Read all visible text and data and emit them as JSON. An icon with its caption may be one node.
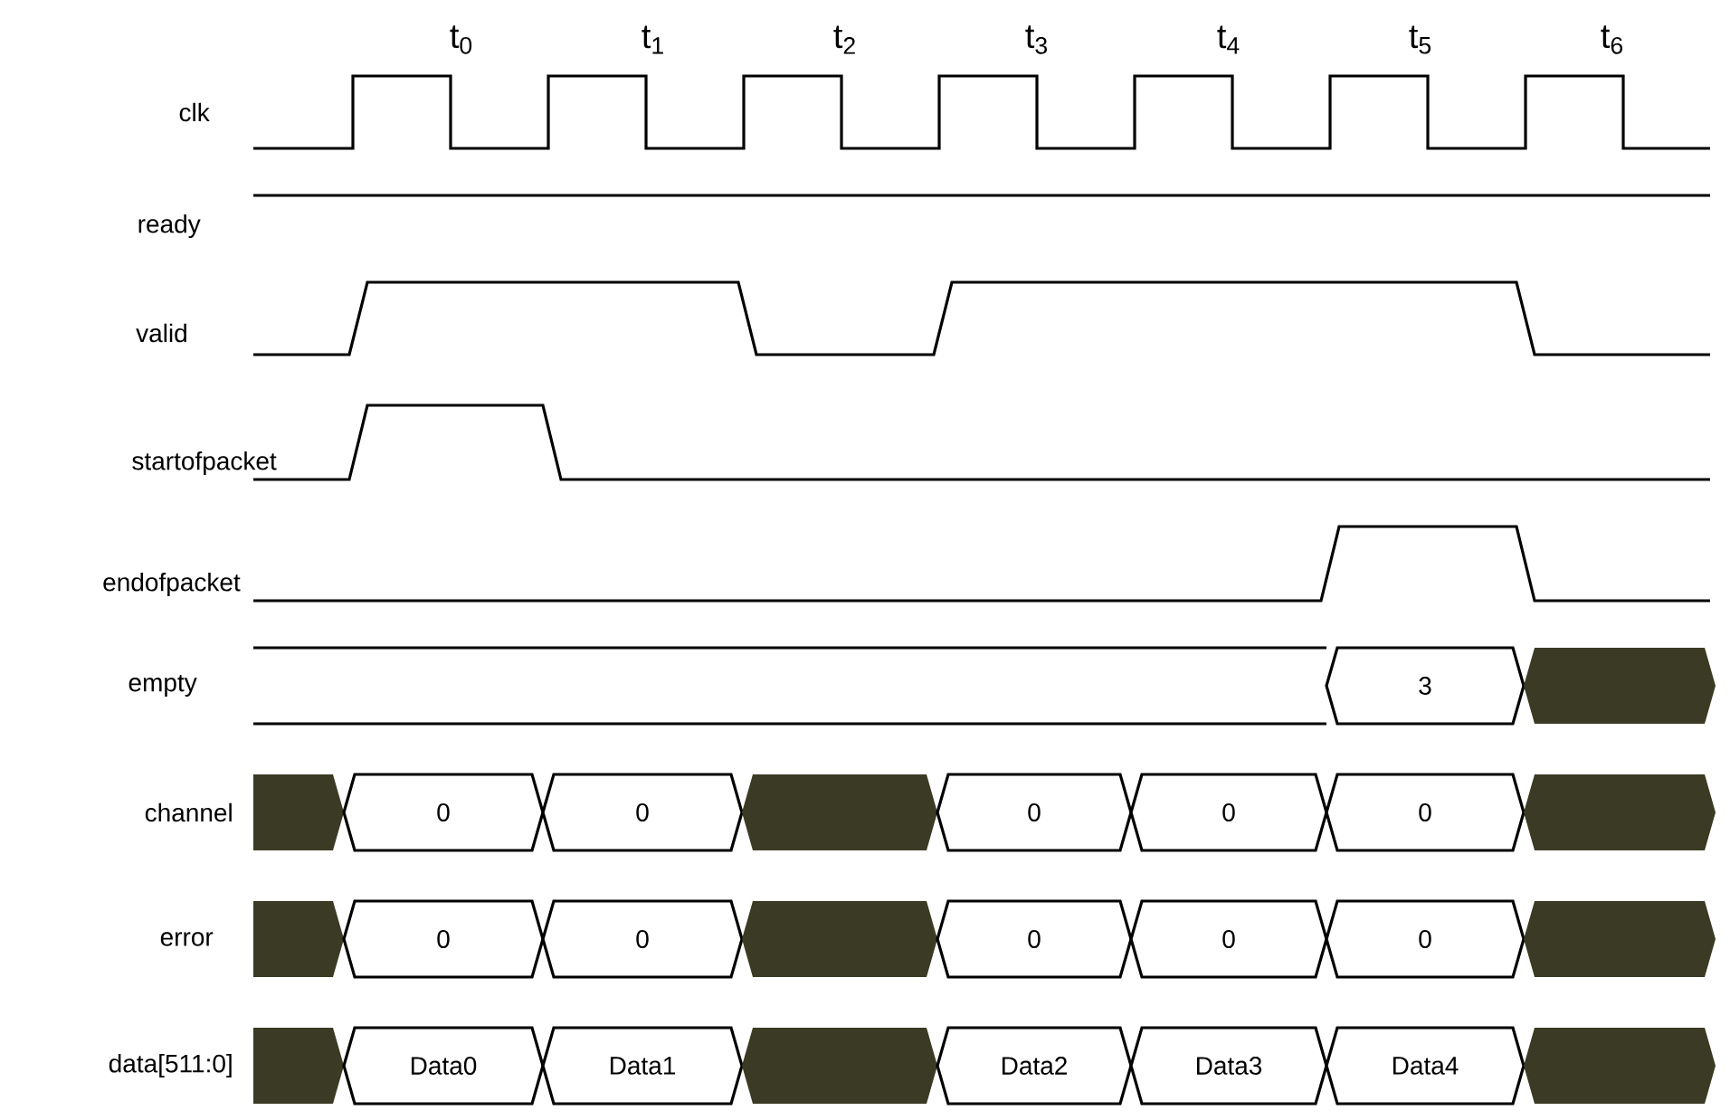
{
  "diagram": {
    "nodes": [
      {
        "text": [
          "3"
        ]
      },
      {
        "text": [],
        "shape": "hexagon"
      },
      {
        "text": [],
        "shape": "pentagon"
      },
      {
        "text": [
          "0"
        ]
      },
      {
        "text": [
          "0"
        ]
      },
      {
        "text": [],
        "shape": "hexagon"
      },
      {
        "text": [
          "0"
        ]
      },
      {
        "text": [
          "0"
        ]
      },
      {
        "text": [
          "0"
        ]
      },
      {
        "text": [],
        "shape": "hexagon"
      },
      {
        "text": [],
        "shape": "pentagon"
      },
      {
        "text": [
          "0"
        ]
      },
      {
        "text": [
          "0"
        ]
      },
      {
        "text": [],
        "shape": "hexagon"
      },
      {
        "text": [
          "0"
        ]
      },
      {
        "text": [
          "0"
        ]
      },
      {
        "text": [
          "0"
        ]
      },
      {
        "text": [],
        "shape": "hexagon"
      },
      {
        "text": [],
        "shape": "pentagon"
      },
      {
        "text": [
          "Data0"
        ]
      },
      {
        "text": [
          "Data1"
        ]
      },
      {
        "text": [],
        "shape": "hexagon"
      },
      {
        "text": [
          "Data2"
        ]
      },
      {
        "text": [
          "Data3"
        ]
      },
      {
        "text": [
          "Data4"
        ]
      },
      {
        "text": [],
        "shape": "hexagon"
      }
    ],
    "labels": [
      "t$_{0}$",
      "t$_{1}$",
      "t$_{2}$",
      "t$_{3}$",
      "t$_{4}$",
      "t$_{5}$",
      "t$_{6}$",
      "clk",
      "ready",
      "valid",
      "startofpacket",
      "endofpacket",
      "empty",
      "channel",
      "error",
      "data[511:0]"
    ]
  }
}
